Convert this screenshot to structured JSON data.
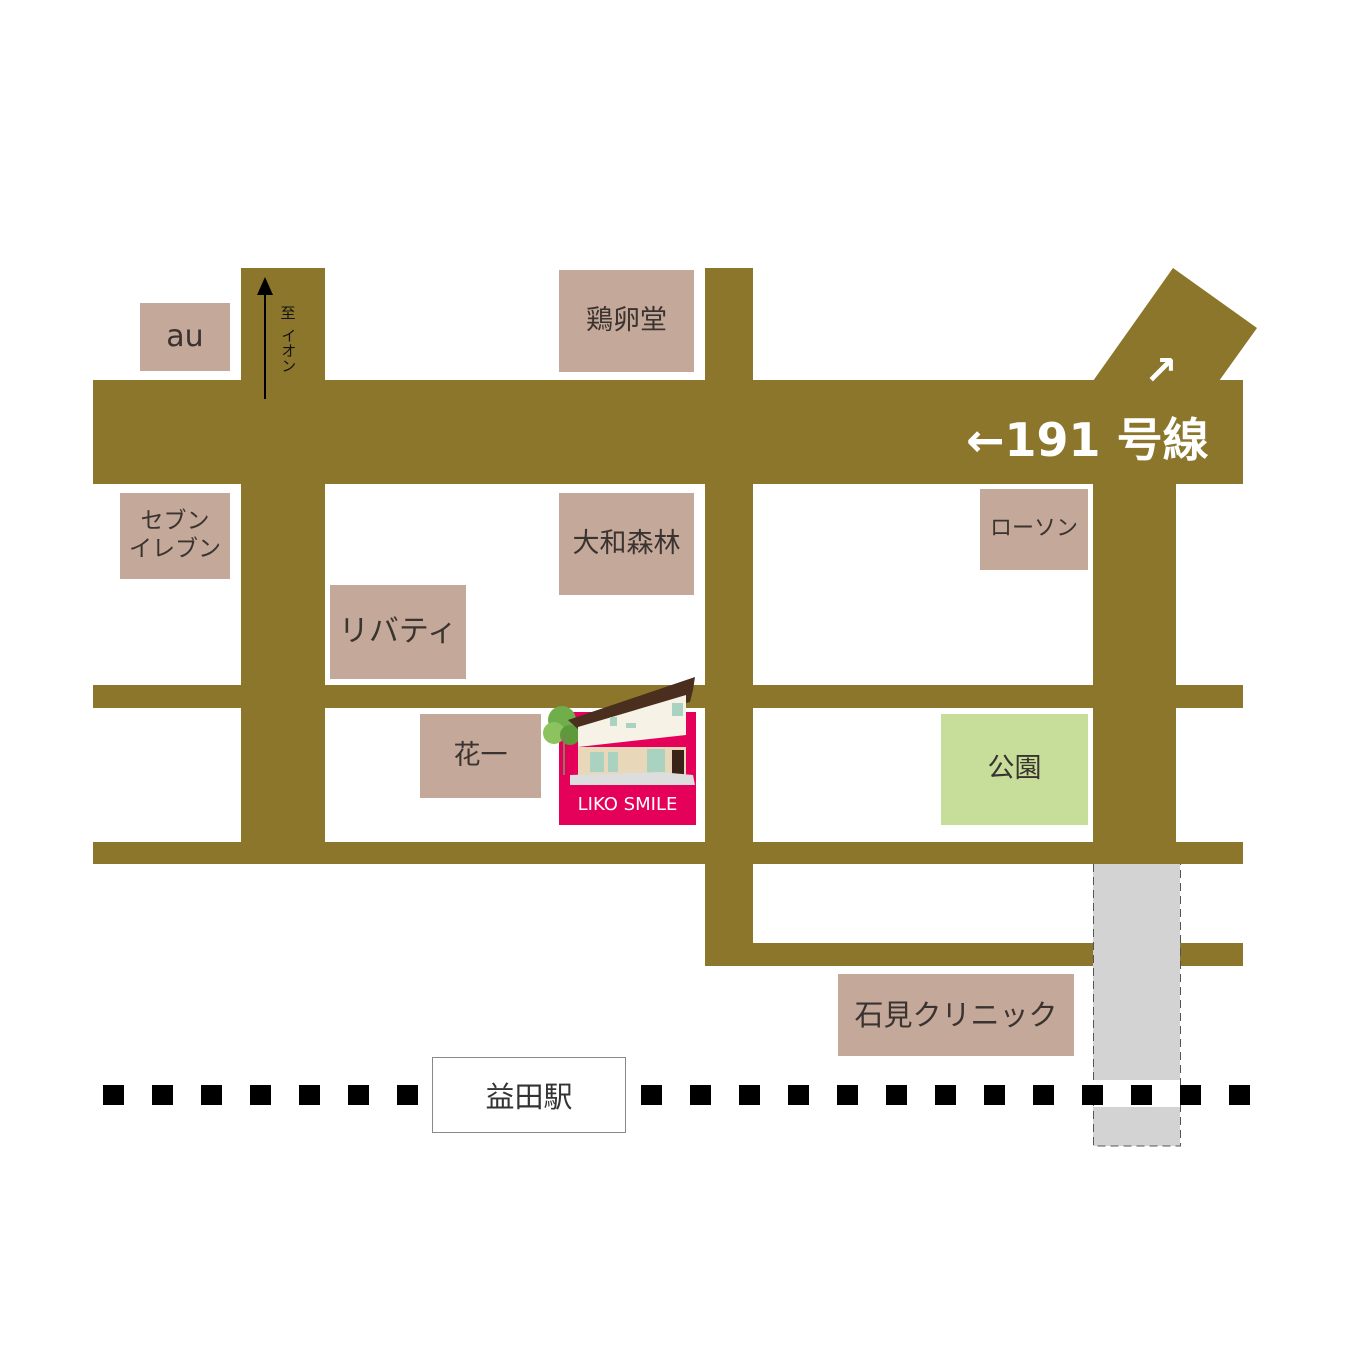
{
  "colors": {
    "road": "#8B762B",
    "building": "#C4A89A",
    "park": "#C6DE9A",
    "shop": "#E5005A",
    "rail": "#000000",
    "planned_road": "#D3D3D3"
  },
  "route": {
    "label": "←191 号線",
    "arrow": "↗"
  },
  "direction": {
    "label_top": "至",
    "label_bottom": "イオン"
  },
  "buildings": {
    "au": "au",
    "keirando": "鶏卵堂",
    "seven_line1": "セブン",
    "seven_line2": "イレブン",
    "daiwa": "大和森林",
    "lawson": "ローソン",
    "liberty": "リバティ",
    "hanaichi": "花一",
    "park": "公園",
    "clinic": "石見クリニック"
  },
  "shop": {
    "name": "LIKO SMILE"
  },
  "station": {
    "name": "益田駅"
  }
}
